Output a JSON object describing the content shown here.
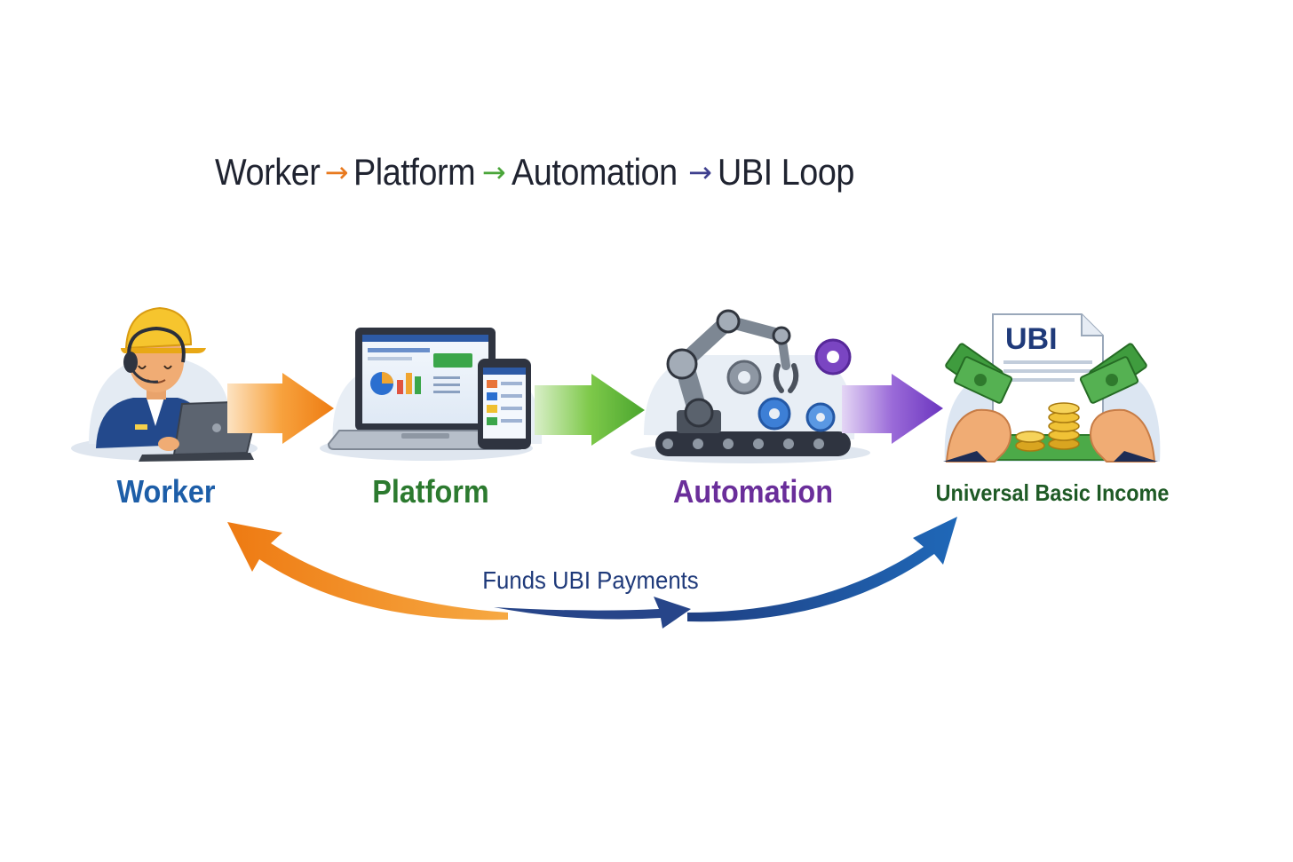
{
  "title": {
    "segments": [
      {
        "text": "Worker",
        "arrow": "→",
        "arrow_color": "#e8791e"
      },
      {
        "text": "Platform",
        "arrow": "→",
        "arrow_color": "#4aa53a"
      },
      {
        "text": "Automation",
        "arrow": "→",
        "arrow_color": "#3e3f8e"
      },
      {
        "text": "UBI Loop",
        "arrow": "",
        "arrow_color": ""
      }
    ]
  },
  "nodes": {
    "worker": {
      "label": "Worker",
      "color": "#1d5ea8"
    },
    "platform": {
      "label": "Platform",
      "color": "#2c7a2f"
    },
    "automation": {
      "label": "Automation",
      "color": "#6a2e9a"
    },
    "ubi": {
      "label": "Universal Basic Income",
      "color": "#1e5a25",
      "doc_text": "UBI"
    }
  },
  "loop": {
    "label": "Funds UBI Payments"
  },
  "colors": {
    "orange": "#f08a1d",
    "green": "#57b23a",
    "purple": "#7a45c2",
    "blue": "#1d5ea8",
    "navy": "#2b3f8a"
  }
}
